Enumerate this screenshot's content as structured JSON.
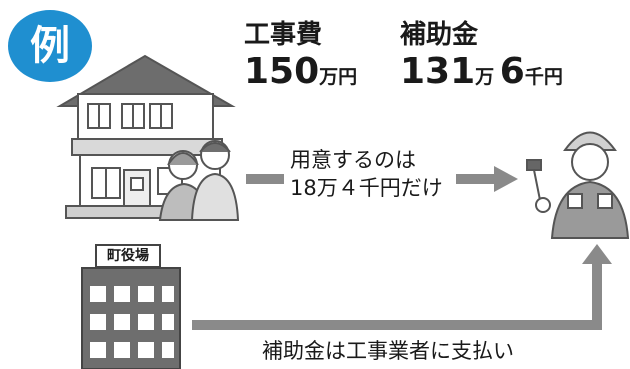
{
  "badge": {
    "text": "例"
  },
  "cost": {
    "label": "工事費",
    "number": "150",
    "unit": "万円"
  },
  "subsidy": {
    "label": "補助金",
    "number1": "131",
    "unit1": "万",
    "number2": "6",
    "unit2": "千円"
  },
  "owner_share": {
    "line1": "用意するのは",
    "line2": "18万４千円だけ"
  },
  "town_hall": {
    "sign": "町役場"
  },
  "payment_note": {
    "text": "補助金は工事業者に支払い"
  }
}
